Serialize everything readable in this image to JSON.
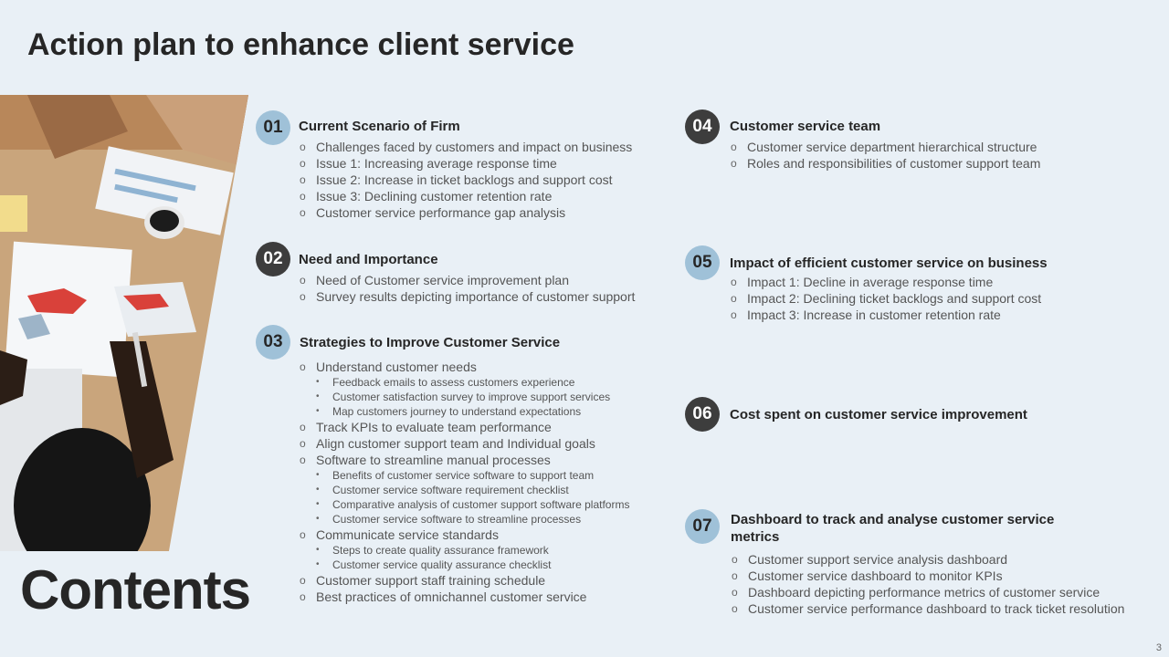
{
  "title": "Action plan to enhance client service",
  "contents_label": "Contents",
  "page_number": "3",
  "colors": {
    "accent_light": "#9fc1d8",
    "accent_dark": "#3d3d3d",
    "background": "#e9f0f6"
  },
  "sections": [
    {
      "num": "01",
      "title": "Current Scenario of Firm",
      "items": [
        "Challenges faced by customers and impact on business",
        "Issue 1: Increasing average response time",
        "Issue 2: Increase in ticket backlogs and support cost",
        "Issue 3: Declining customer retention rate",
        "Customer service performance gap analysis"
      ]
    },
    {
      "num": "02",
      "title": "Need and Importance",
      "items": [
        "Need of Customer service improvement plan",
        "Survey results depicting importance of customer support"
      ]
    },
    {
      "num": "03",
      "title": "Strategies to Improve Customer Service",
      "items": [
        "Understand customer needs",
        "Feedback emails to assess customers experience",
        "Customer satisfaction survey to improve  support services",
        "Map customers journey  to understand  expectations",
        "Track KPIs to evaluate team performance",
        "Align customer support team and Individual  goals",
        "Software to streamline manual processes",
        "Benefits of customer service  software  to support team",
        "Customer  service  software  requirement  checklist",
        "Comparative  analysis of customer support software  platforms",
        "Customer  service  software  to streamline processes",
        "Communicate service standards",
        "Steps to create  quality assurance framework",
        "Customer  service  quality assurance checklist",
        "Customer support staff training schedule",
        "Best practices of omnichannel customer service"
      ]
    },
    {
      "num": "04",
      "title": "Customer service team",
      "items": [
        "Customer service department hierarchical structure",
        "Roles and responsibilities of customer support team"
      ]
    },
    {
      "num": "05",
      "title": "Impact of efficient customer service on business",
      "items": [
        "Impact 1: Decline in average response time",
        "Impact 2: Declining ticket backlogs and support cost",
        "Impact 3: Increase in customer retention rate"
      ]
    },
    {
      "num": "06",
      "title": "Cost spent on customer service improvement",
      "items": []
    },
    {
      "num": "07",
      "title": "Dashboard to track and analyse customer service metrics",
      "items": [
        "Customer support service analysis dashboard",
        "Customer service dashboard to monitor KPIs",
        "Dashboard depicting performance metrics of customer service",
        "Customer service performance dashboard to track ticket resolution"
      ]
    }
  ]
}
